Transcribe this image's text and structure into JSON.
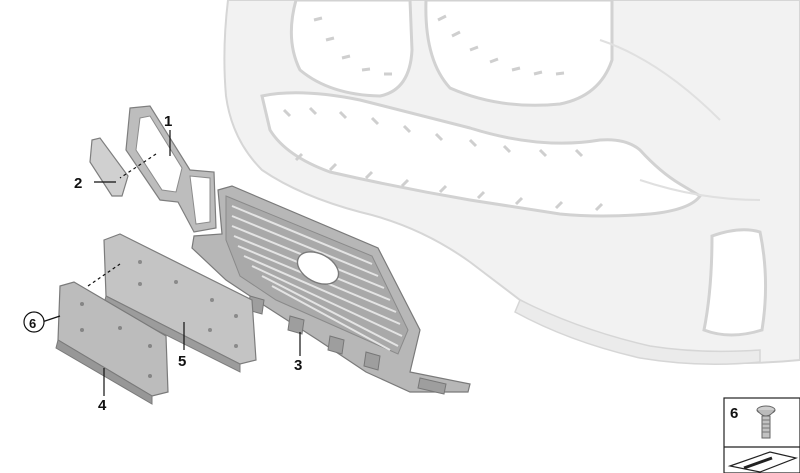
{
  "callouts": {
    "c1": "1",
    "c2": "2",
    "c3": "3",
    "c4": "4",
    "c5": "5",
    "c6": "6"
  },
  "legend": {
    "screw_label": "6"
  },
  "colors": {
    "bumper_fill": "#f2f2f2",
    "bumper_edge": "#d6d6d6",
    "part_fill": "#c8c8c8",
    "part_dark": "#8e8e8e",
    "grille_fill": "#b7b7b7",
    "callout_text": "#111111"
  }
}
